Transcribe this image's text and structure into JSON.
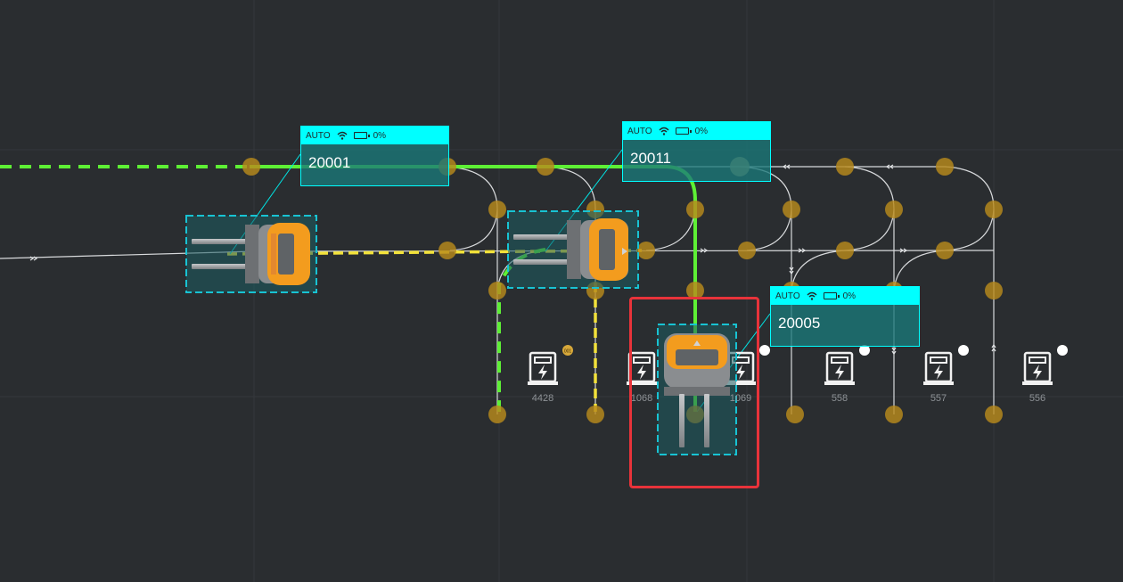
{
  "vehicles": [
    {
      "id": "20001",
      "mode": "AUTO",
      "battery": "0%"
    },
    {
      "id": "20011",
      "mode": "AUTO",
      "battery": "0%"
    },
    {
      "id": "20005",
      "mode": "AUTO",
      "battery": "0%"
    }
  ],
  "charging_stations": [
    {
      "label": "4428",
      "badge": "001"
    },
    {
      "label": "1068"
    },
    {
      "label": "1069"
    },
    {
      "label": "558"
    },
    {
      "label": "557"
    },
    {
      "label": "556"
    }
  ],
  "colors": {
    "background": "#2a2d30",
    "grid": "#34383c",
    "node": "#b88a1c",
    "active_path": "#5ef035",
    "planned_path_yellow": "#f2e13a",
    "label_accent": "#00ffff",
    "vehicle_body": "#f39c1e",
    "highlight": "#e8333a"
  }
}
